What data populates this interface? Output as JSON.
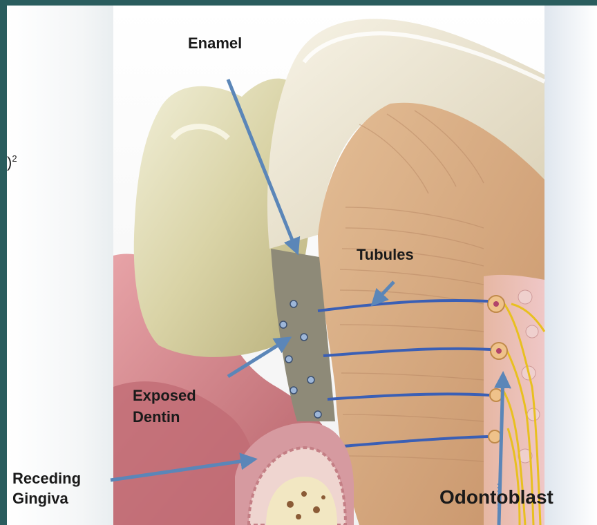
{
  "slide": {
    "side_fragment": ")",
    "side_fragment_sup": "2"
  },
  "labels": {
    "enamel": "Enamel",
    "tubules": "Tubules",
    "exposed_dentin_line1": "Exposed",
    "exposed_dentin_line2": "Dentin",
    "receding_gingiva_line1": "Receding",
    "receding_gingiva_line2": "Gingiva",
    "odontoblast": "Odontoblast"
  },
  "colors": {
    "slide_background": "#2a5d5e",
    "panel_background": "#ffffff",
    "arrow": "#5b86b8",
    "tubule_line": "#3a5fb5",
    "nerve": "#e8c020",
    "dentin": "#d9b48e",
    "gingiva": "#c97a80",
    "enamel_crown": "#ece6d2"
  }
}
